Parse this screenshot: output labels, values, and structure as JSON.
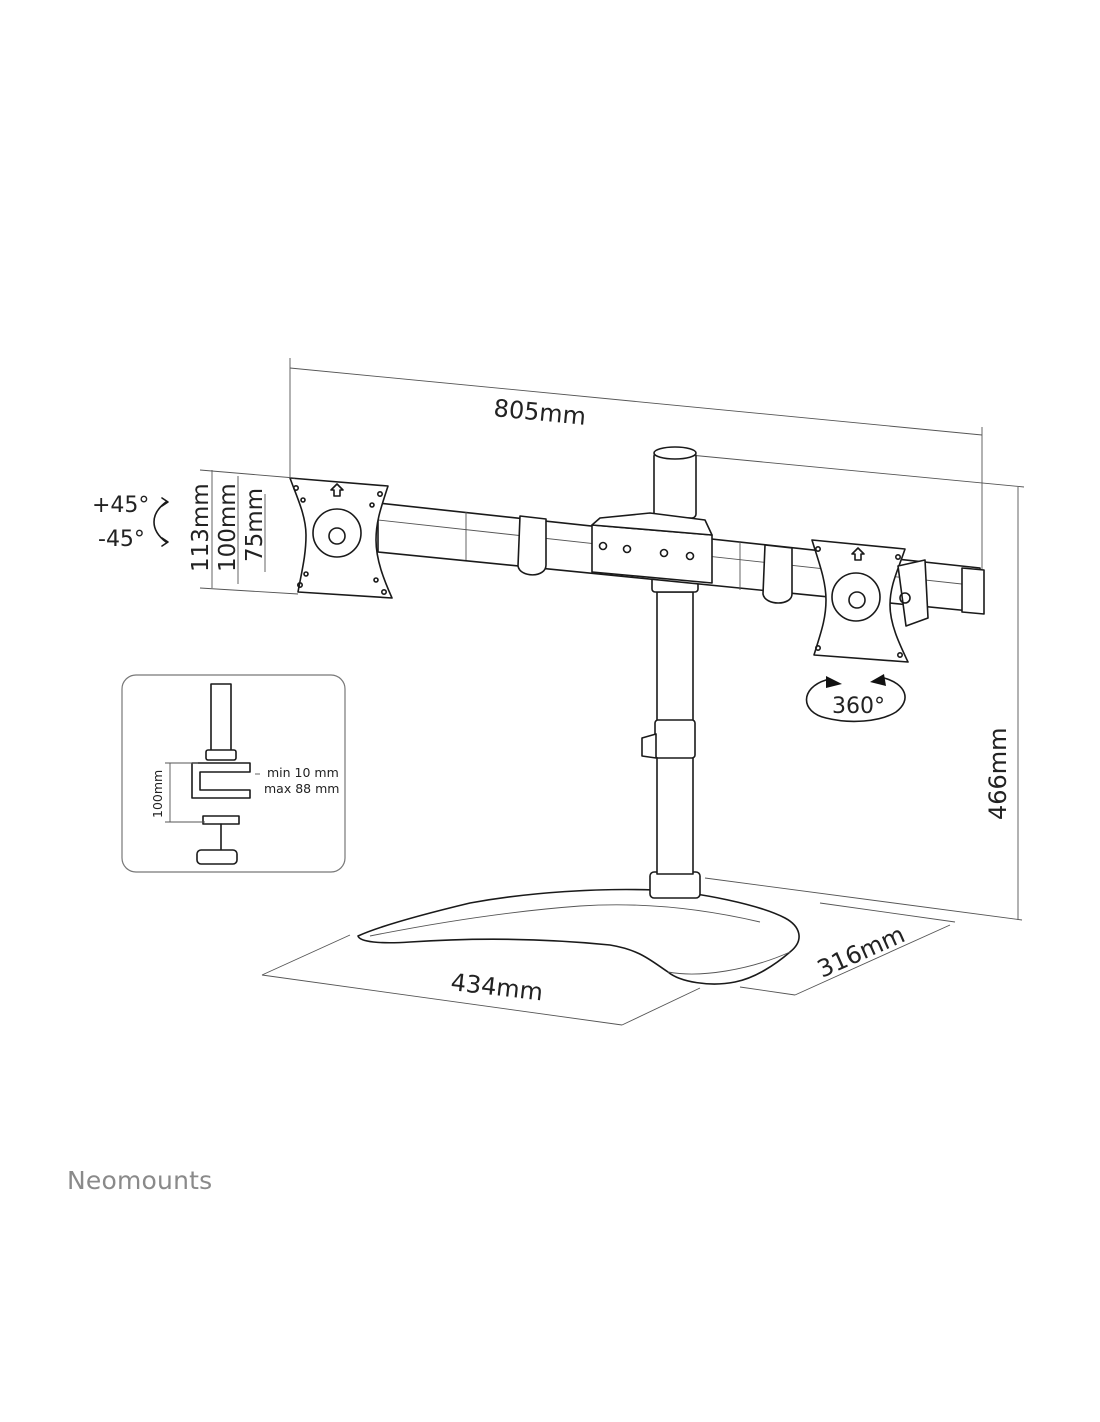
{
  "brand": {
    "name": "Neomounts"
  },
  "dimensions": {
    "total_width": "805mm",
    "height": "466mm",
    "base_width": "434mm",
    "base_depth": "316mm",
    "vesa_113": "113mm",
    "vesa_100": "100mm",
    "vesa_75": "75mm",
    "tilt_up": "+45°",
    "tilt_down": "-45°",
    "rotation": "360°"
  },
  "clamp_inset": {
    "height_label": "100mm",
    "min_thickness": "min 10 mm",
    "max_thickness": "max 88 mm"
  }
}
